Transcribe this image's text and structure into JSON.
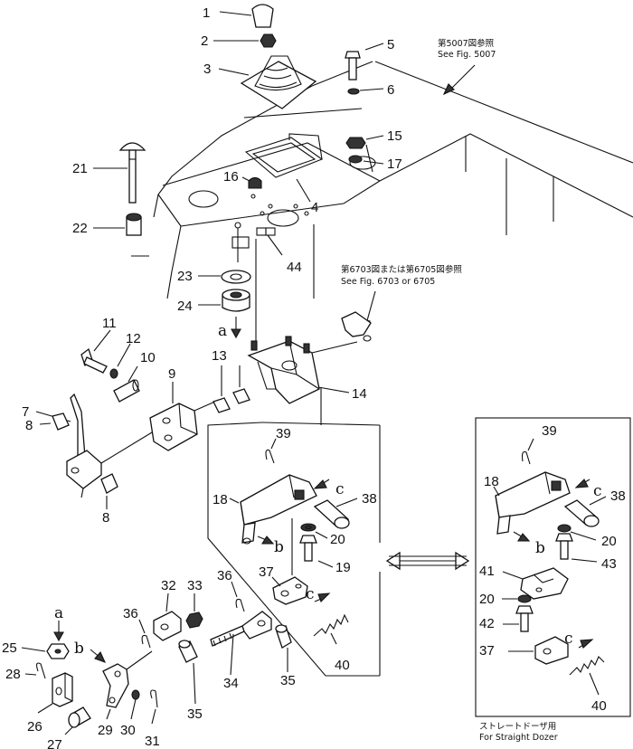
{
  "callouts": [
    "1",
    "2",
    "3",
    "4",
    "5",
    "6",
    "7",
    "8",
    "8",
    "9",
    "10",
    "11",
    "12",
    "13",
    "14",
    "15",
    "16",
    "17",
    "18",
    "19",
    "20",
    "21",
    "22",
    "23",
    "24",
    "25",
    "26",
    "27",
    "28",
    "29",
    "30",
    "31",
    "32",
    "33",
    "34",
    "35",
    "36",
    "36",
    "37",
    "38",
    "39",
    "40",
    "44",
    "18",
    "39",
    "38",
    "20",
    "43",
    "41",
    "20",
    "42",
    "37",
    "40"
  ],
  "view_letters": [
    "a",
    "a",
    "b",
    "b",
    "c",
    "c",
    "b",
    "c",
    "c"
  ],
  "notes": {
    "fig5007_jp": "第5007図参照",
    "fig5007_en": "See Fig. 5007",
    "fig6703_jp": "第6703図または第6705図参照",
    "fig6703_en": "See Fig. 6703 or 6705",
    "straight_jp": "ストレートドーザ用",
    "straight_en": "For Straight Dozer"
  }
}
